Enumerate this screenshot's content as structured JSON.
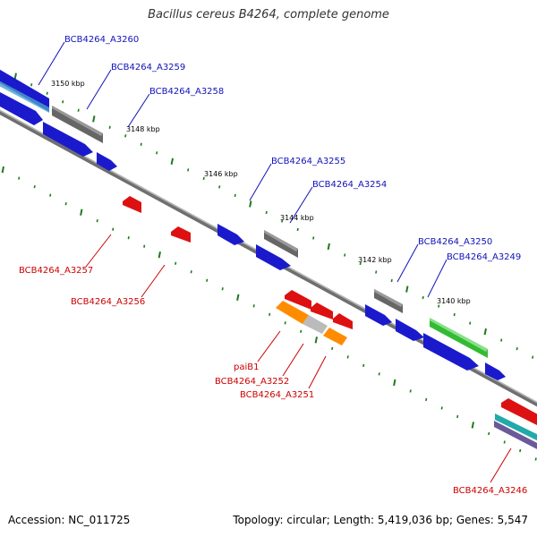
{
  "title": "Bacillus cereus B4264, complete genome",
  "footer": {
    "accession": "Accession: NC_011725",
    "summary": "Topology: circular; Length: 5,419,036 bp; Genes: 5,547"
  },
  "colors": {
    "backbone": "#888888",
    "forward_cds": "#1a1acc",
    "reverse_cds": "#dd1111",
    "rna": "#ff8c00",
    "pseudo": "#666666",
    "other": "#33bb33",
    "tick": "#1e7a1e",
    "label_forward": "#1111bb",
    "label_reverse": "#cc0000"
  },
  "kbp_labels": [
    "3150 kbp",
    "3148 kbp",
    "3146 kbp",
    "3144 kbp",
    "3142 kbp",
    "3140 kbp"
  ],
  "gene_labels_top": [
    "BCB4264_A3260",
    "BCB4264_A3259",
    "BCB4264_A3258",
    "BCB4264_A3255",
    "BCB4264_A3254",
    "BCB4264_A3250",
    "BCB4264_A3249"
  ],
  "gene_labels_bottom": [
    "BCB4264_A3257",
    "BCB4264_A3256",
    "paiB1",
    "BCB4264_A3252",
    "BCB4264_A3251",
    "BCB4264_A3246"
  ]
}
